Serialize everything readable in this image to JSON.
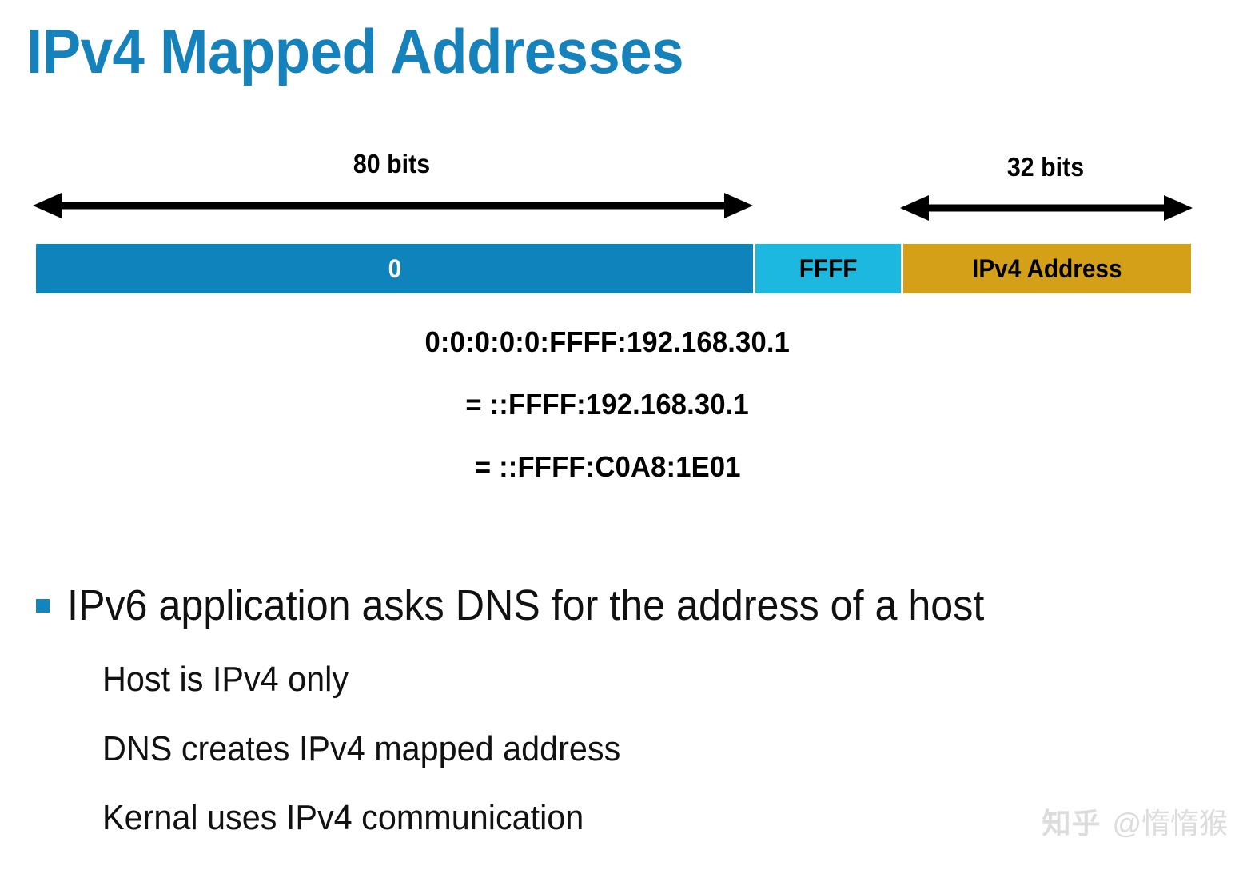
{
  "slide": {
    "title": "IPv4 Mapped Addresses",
    "title_color": "#1682BC",
    "background_color": "#FFFFFF"
  },
  "diagram": {
    "dimension_labels": [
      {
        "name": "left-span",
        "text": "80 bits",
        "bits": 80
      },
      {
        "name": "right-span",
        "text": "32 bits",
        "bits": 32
      }
    ],
    "segments": [
      {
        "name": "zeros",
        "label": "0",
        "bits": 80,
        "fill": "#0E83BC",
        "text_color": "#FFFFFF"
      },
      {
        "name": "ffff",
        "label": "FFFF",
        "bits": 16,
        "fill": "#1DB8E0",
        "text_color": "#000000"
      },
      {
        "name": "ipv4-address",
        "label": "IPv4 Address",
        "bits": 32,
        "fill": "#D4A017",
        "text_color": "#000000"
      }
    ]
  },
  "notations": {
    "lines": [
      "0:0:0:0:0:FFFF:192.168.30.1",
      "= ::FFFF:192.168.30.1",
      "= ::FFFF:C0A8:1E01"
    ]
  },
  "bullets": {
    "marker_color": "#1584BD",
    "main": "IPv6 application asks DNS for the address of a host",
    "sub": [
      "Host is IPv4 only",
      "DNS creates IPv4 mapped address",
      "Kernal uses IPv4 communication"
    ]
  },
  "watermark": {
    "logo": "知乎",
    "handle": "@惰惰猴",
    "color": "#DCDCDC"
  }
}
